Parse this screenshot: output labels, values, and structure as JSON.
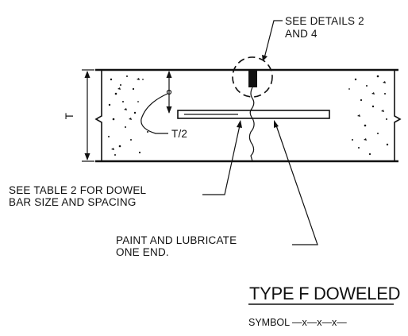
{
  "labels": {
    "see_details_line1": "SEE DETAILS 2",
    "see_details_line2": "AND 4",
    "dim_t": "T",
    "dim_t_half": "T/2",
    "see_table_line1": "SEE TABLE 2 FOR DOWEL",
    "see_table_line2": "BAR SIZE AND SPACING",
    "paint_line1": "PAINT AND LUBRICATE",
    "paint_line2": "ONE END."
  },
  "title": "TYPE F DOWELED",
  "symbol_label": "SYMBOL",
  "symbol_pattern": "—x—x—x—"
}
